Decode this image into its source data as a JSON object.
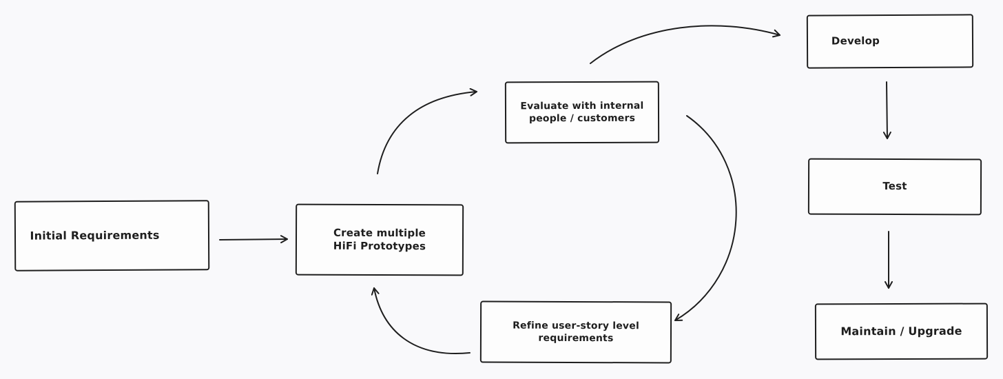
{
  "diagram": {
    "nodes": {
      "initial": {
        "label": "Initial Requirements"
      },
      "create": {
        "label": "Create multiple\nHiFi Prototypes"
      },
      "evaluate": {
        "label": "Evaluate with internal\npeople / customers"
      },
      "refine": {
        "label": "Refine user-story level\nrequirements"
      },
      "develop": {
        "label": "Develop"
      },
      "test": {
        "label": "Test"
      },
      "maintain": {
        "label": "Maintain / Upgrade"
      }
    },
    "edges": [
      {
        "from": "initial",
        "to": "create"
      },
      {
        "from": "create",
        "to": "evaluate"
      },
      {
        "from": "evaluate",
        "to": "refine"
      },
      {
        "from": "refine",
        "to": "create"
      },
      {
        "from": "evaluate",
        "to": "develop"
      },
      {
        "from": "develop",
        "to": "test"
      },
      {
        "from": "test",
        "to": "maintain"
      }
    ],
    "colors": {
      "stroke": "#1e1e1e",
      "box_fill": "#fdfdfd",
      "background": "#f9f9fb"
    }
  }
}
